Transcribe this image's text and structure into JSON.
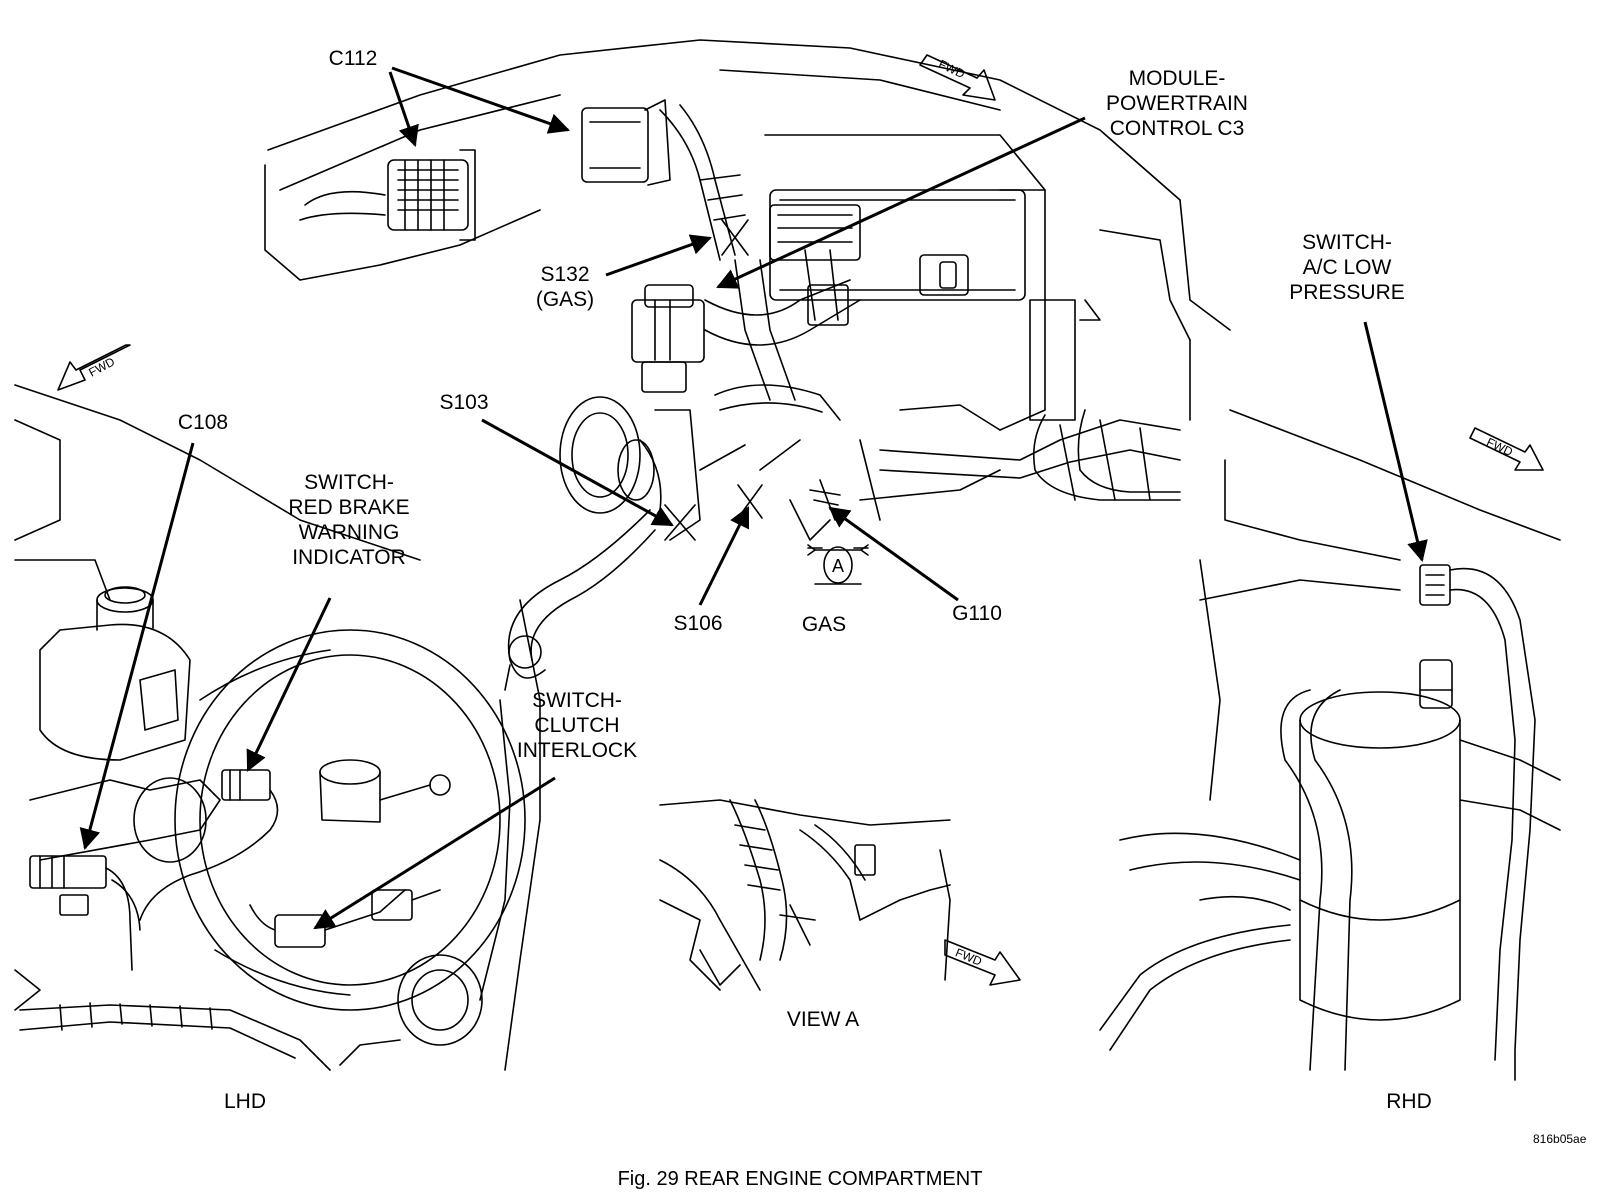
{
  "labels": {
    "c112": "C112",
    "module_pcm": [
      "MODULE-",
      "POWERTRAIN",
      "CONTROL C3"
    ],
    "s132": [
      "S132",
      "(GAS)"
    ],
    "switch_ac": [
      "SWITCH-",
      "A/C LOW",
      "PRESSURE"
    ],
    "c108": "C108",
    "s103": "S103",
    "switch_brake": [
      "SWITCH-",
      "RED BRAKE",
      "WARNING",
      "INDICATOR"
    ],
    "s106": "S106",
    "gas": "GAS",
    "g110": "G110",
    "view_marker": "A",
    "switch_clutch": [
      "SWITCH-",
      "CLUTCH",
      "INTERLOCK"
    ],
    "view_a": "VIEW A",
    "lhd": "LHD",
    "rhd": "RHD",
    "fwd": "FWD",
    "code": "816b05ae",
    "caption": "Fig. 29   REAR ENGINE COMPARTMENT"
  }
}
